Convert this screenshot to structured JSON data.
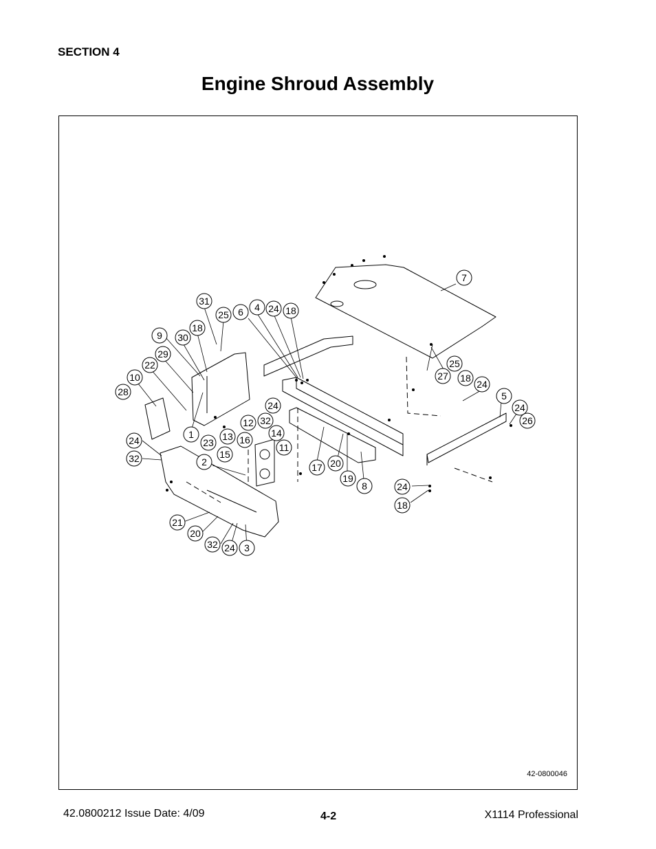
{
  "header": {
    "section": "SECTION 4",
    "title": "Engine Shroud Assembly"
  },
  "drawing": {
    "number": "42-0800046",
    "callouts": [
      "31",
      "25",
      "6",
      "4",
      "24",
      "18",
      "9",
      "30",
      "18",
      "29",
      "22",
      "10",
      "28",
      "1",
      "23",
      "13",
      "12",
      "32",
      "24",
      "16",
      "14",
      "11",
      "15",
      "2",
      "24",
      "32",
      "17",
      "20",
      "19",
      "8",
      "7",
      "25",
      "27",
      "18",
      "24",
      "5",
      "24",
      "26",
      "24",
      "18",
      "21",
      "20",
      "32",
      "24",
      "3"
    ]
  },
  "footer": {
    "doc_id": "42.0800212  Issue Date: 4/09",
    "page": "4-2",
    "product": "X1114 Professional"
  }
}
